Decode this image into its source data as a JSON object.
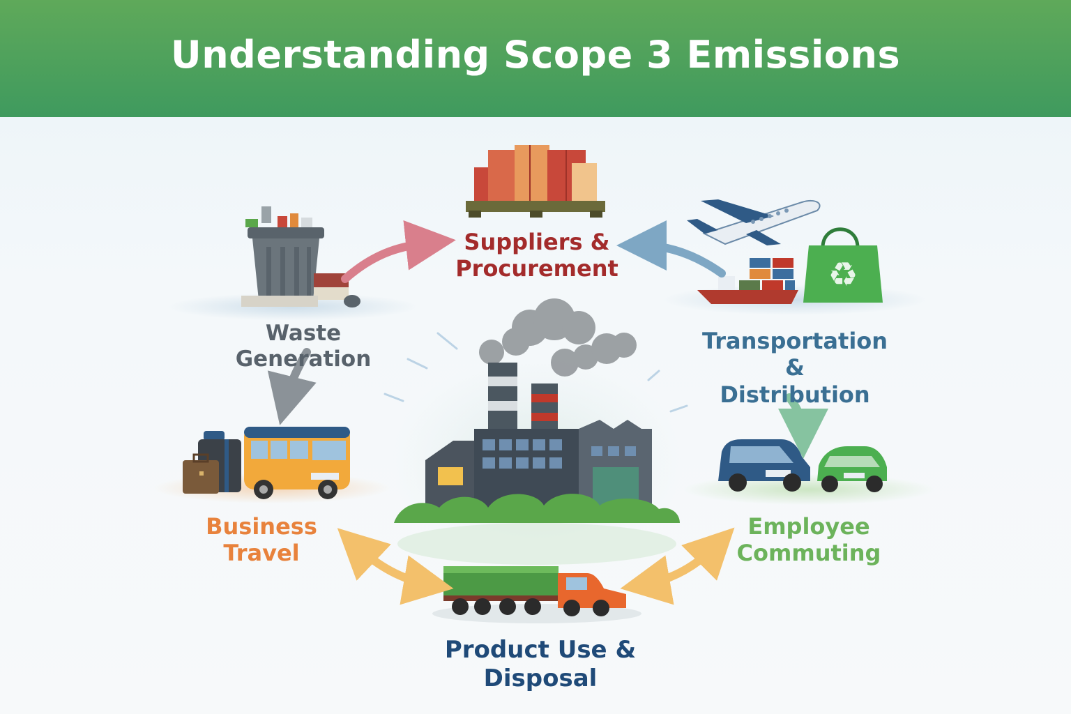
{
  "title": "Understanding Scope 3 Emissions",
  "nodes": {
    "suppliers": {
      "line1": "Suppliers &",
      "line2": "Procurement",
      "color": "#a32b2b"
    },
    "transport": {
      "line1": "Transportation &",
      "line2": "Distribution",
      "color": "#3a6f93"
    },
    "waste": {
      "line1": "Waste Generation",
      "color": "#58626b"
    },
    "business_travel": {
      "line1": "Business",
      "line2": "Travel",
      "color": "#e8823c"
    },
    "employee_commuting": {
      "line1": "Employee",
      "line2": "Commuting",
      "color": "#6cb35b"
    },
    "product_use": {
      "line1": "Product Use &",
      "line2": "Disposal",
      "color": "#1f4a78"
    }
  },
  "icons": [
    "pallet-boxes-icon",
    "airplane-icon",
    "cargo-ship-icon",
    "recycle-bag-icon",
    "trash-can-icon",
    "factory-icon",
    "bus-icon",
    "suitcase-icon",
    "car-icon",
    "truck-icon"
  ],
  "colors": {
    "banner": "#4aa05d",
    "arrow_pink": "#d97f8c",
    "arrow_blue": "#7ea7c4",
    "arrow_gray": "#8b9298",
    "arrow_green": "#86c3a0",
    "arrow_orange": "#f3c06b"
  }
}
